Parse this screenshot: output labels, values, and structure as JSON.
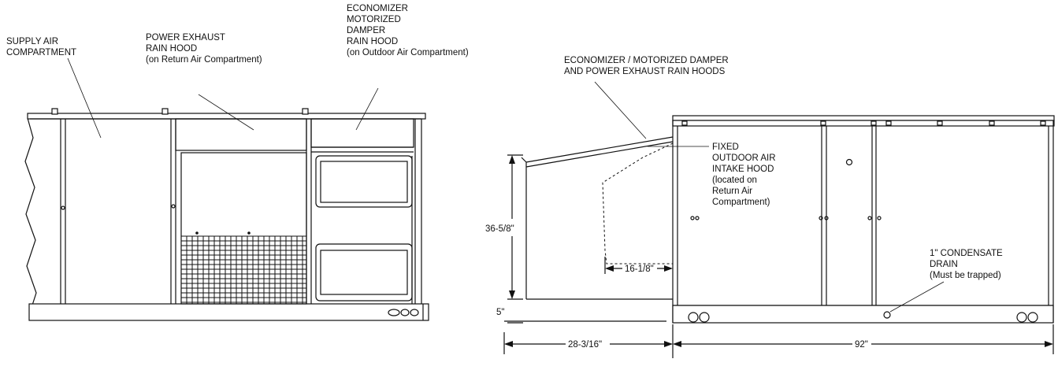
{
  "left_view": {
    "labels": {
      "supply_air": [
        "SUPPLY AIR",
        "COMPARTMENT"
      ],
      "power_exhaust": [
        "POWER EXHAUST",
        "RAIN HOOD",
        "(on Return Air Compartment)"
      ],
      "economizer": [
        "ECONOMIZER",
        "MOTORIZED",
        "DAMPER",
        "RAIN HOOD",
        "(on Outdoor Air Compartment)"
      ]
    }
  },
  "right_view": {
    "labels": {
      "rain_hoods": [
        "ECONOMIZER / MOTORIZED DAMPER",
        "AND POWER EXHAUST RAIN HOODS"
      ],
      "fixed_hood": [
        "FIXED",
        "OUTDOOR AIR",
        "INTAKE HOOD",
        "(located on",
        "Return Air",
        "Compartment)"
      ],
      "drain": [
        "1\" CONDENSATE",
        "DRAIN",
        "(Must be trapped)"
      ]
    },
    "dimensions": {
      "hood_height": "36-5/8\"",
      "base_height": "5\"",
      "hood_depth": "16-1/8\"",
      "hood_projection": "28-3/16\"",
      "unit_length": "92\""
    }
  }
}
